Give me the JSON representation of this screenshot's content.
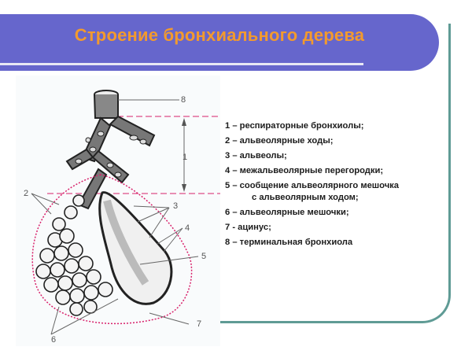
{
  "header": {
    "title": "Строение бронхиального дерева"
  },
  "colors": {
    "header_bg": "#6666CC",
    "title": "#F29A2E",
    "frame": "#5F9B95",
    "acinus_outline": "#D8206A"
  },
  "legend": [
    {
      "num": "1",
      "text": "1 – респираторные бронхиолы;"
    },
    {
      "num": "2",
      "text": "2 – альвеолярные ходы;"
    },
    {
      "num": "3",
      "text": "3 – альвеолы;"
    },
    {
      "num": "4",
      "text": "4 – межальвеолярные перегородки;"
    },
    {
      "num": "5",
      "text": "5 – сообщение альвеолярного мешочка",
      "continuation": "с альвеолярным ходом;"
    },
    {
      "num": "6",
      "text": "6 – альвеолярные мешочки;"
    },
    {
      "num": "7",
      "text": "7 - ацинус;"
    },
    {
      "num": "8",
      "text": "8 – терминальная бронхиола"
    }
  ],
  "diagram": {
    "labels": {
      "l1": "1",
      "l2": "2",
      "l3": "3",
      "l4": "4",
      "l5": "5",
      "l6": "6",
      "l7": "7",
      "l8": "8"
    }
  }
}
